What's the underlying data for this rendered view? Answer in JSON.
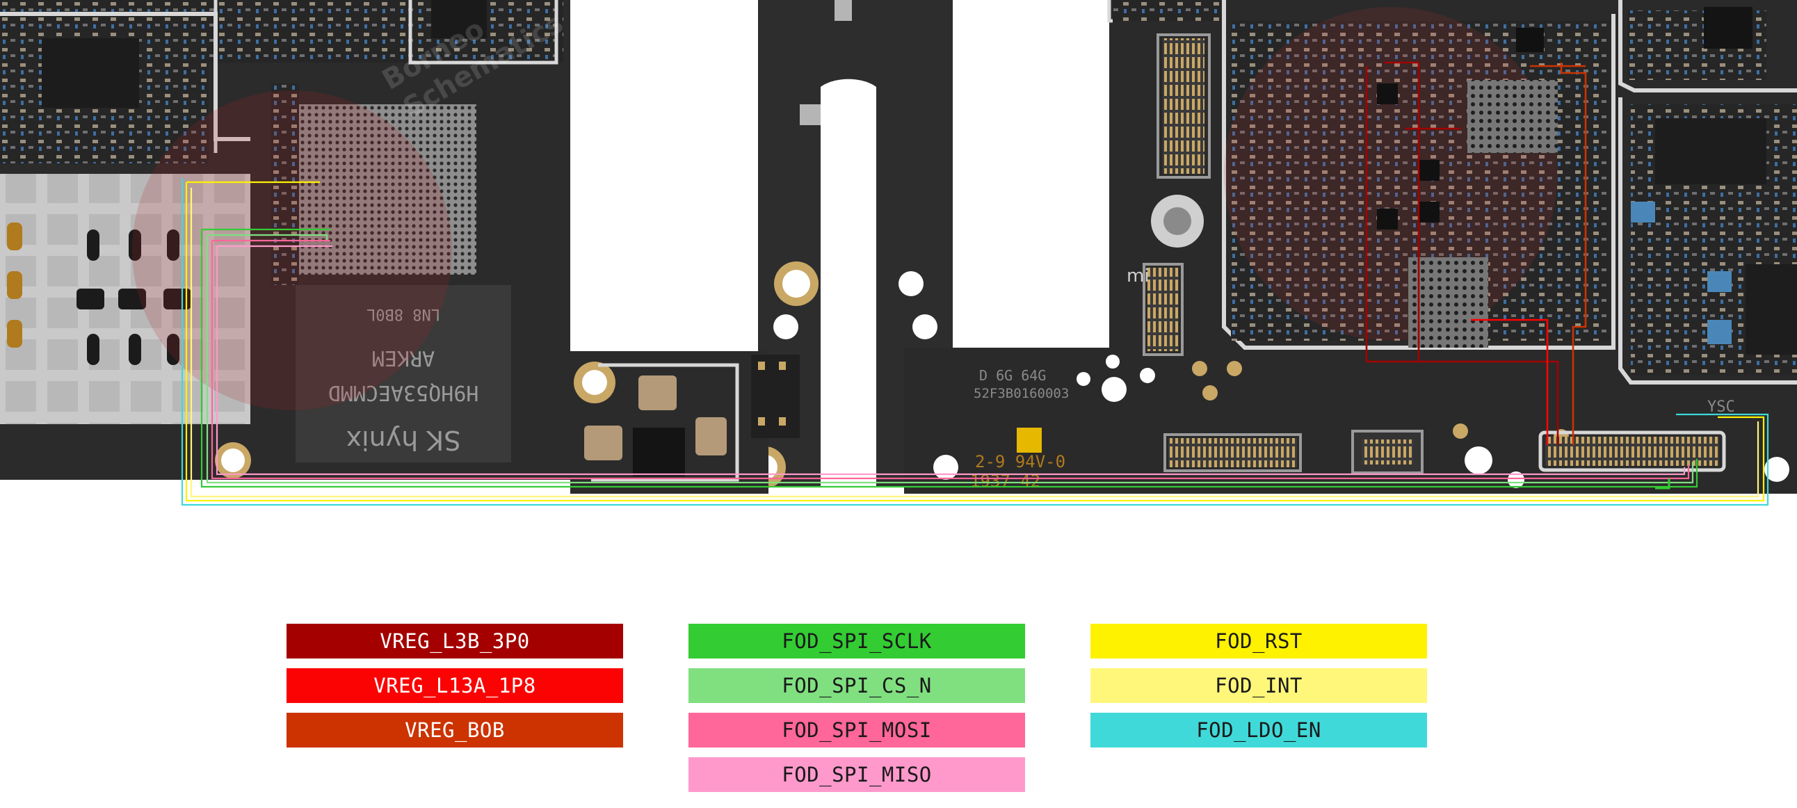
{
  "board": {
    "silkscreen": {
      "sk_hynix": "SK hynix",
      "chip_code_1": "H9HQ53AECMMD",
      "chip_code_2": "ARKEM",
      "chip_code_3": "LN8 8B0L",
      "board_code_1": "D 6G 64G",
      "board_code_2": "52F3B0160003",
      "board_code_3": "2-9 94V-0",
      "board_code_4": "1937 42",
      "logo_mark": "mi",
      "corner_text": "YSC"
    },
    "watermark": [
      "Borneo",
      "Schematics"
    ]
  },
  "legend": {
    "columns": [
      [
        {
          "label": "VREG_L3B_3P0",
          "color": "#a50000",
          "text_color": "#ffffff"
        },
        {
          "label": "VREG_L13A_1P8",
          "color": "#fb0303",
          "text_color": "#ffffff"
        },
        {
          "label": "VREG_BOB",
          "color": "#cc3300",
          "text_color": "#ffffff"
        }
      ],
      [
        {
          "label": "FOD_SPI_SCLK",
          "color": "#33cc33",
          "text_color": "#1a1a1a"
        },
        {
          "label": "FOD_SPI_CS_N",
          "color": "#80e080",
          "text_color": "#1a1a1a"
        },
        {
          "label": "FOD_SPI_MOSI",
          "color": "#ff6699",
          "text_color": "#1a1a1a"
        },
        {
          "label": "FOD_SPI_MISO",
          "color": "#ff99cc",
          "text_color": "#1a1a1a"
        }
      ],
      [
        {
          "label": "FOD_RST",
          "color": "#fff200",
          "text_color": "#1a1a1a"
        },
        {
          "label": "FOD_INT",
          "color": "#fff77a",
          "text_color": "#1a1a1a"
        },
        {
          "label": "FOD_LDO_EN",
          "color": "#40d9d9",
          "text_color": "#1a1a1a"
        }
      ]
    ]
  }
}
